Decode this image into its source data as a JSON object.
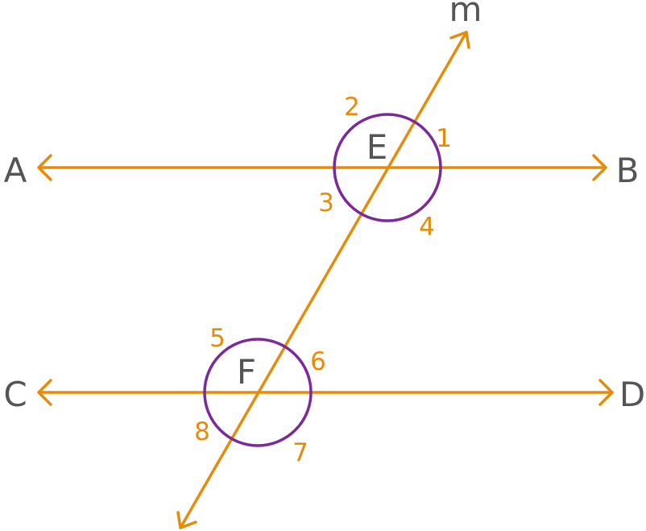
{
  "colors": {
    "line": "#e58c0a",
    "circle": "#7a2a99",
    "point_label": "#555555",
    "angle_label": "#e58c0a"
  },
  "lines": {
    "top": {
      "start_label": "A",
      "end_label": "B"
    },
    "bottom": {
      "start_label": "C",
      "end_label": "D"
    },
    "transversal": {
      "label": "m"
    }
  },
  "intersections": {
    "top": {
      "label": "E",
      "angles": [
        "1",
        "2",
        "3",
        "4"
      ]
    },
    "bottom": {
      "label": "F",
      "angles": [
        "5",
        "6",
        "7",
        "8"
      ]
    }
  }
}
